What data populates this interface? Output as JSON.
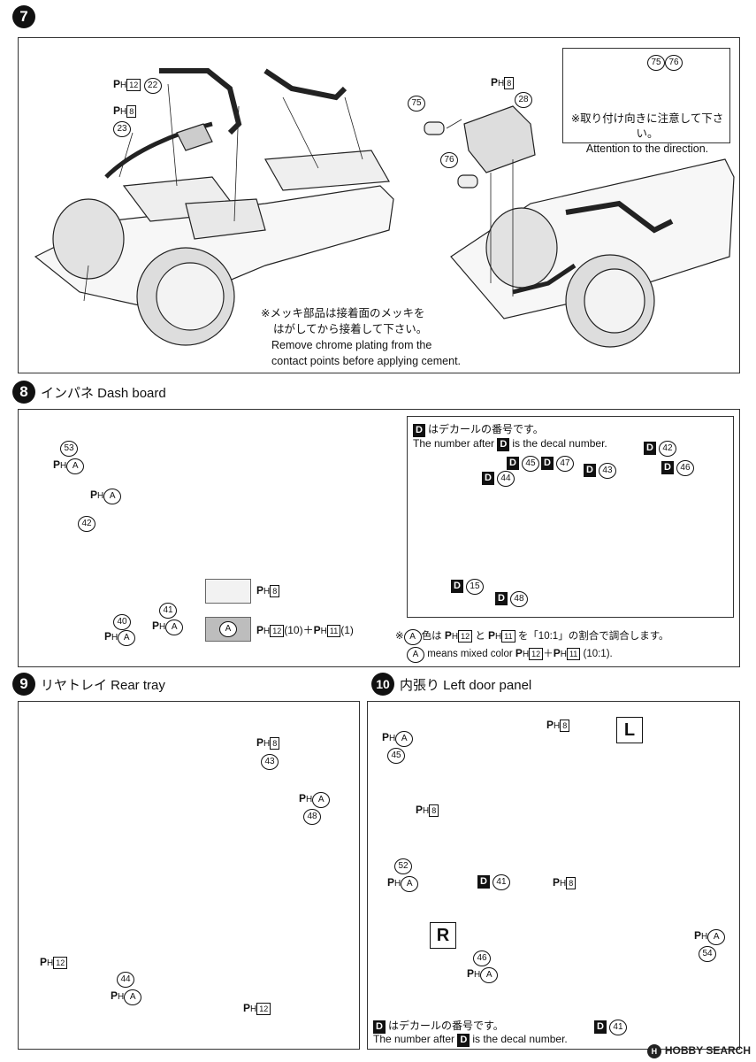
{
  "step7": {
    "num": "7",
    "ph_prefix": "P",
    "ph_sub": "H",
    "label_22_color": "12",
    "label_22_part": "22",
    "label_23_color": "8",
    "label_23_part": "23",
    "label_28_color": "8",
    "label_28_part": "28",
    "label_75": "75",
    "label_76": "76",
    "callout_parts_a": "75",
    "callout_parts_b": "76",
    "callout_jp": "※取り付け向きに注意して下さい。",
    "callout_en": "Attention to the direction.",
    "note_jp1": "※メッキ部品は接着面のメッキを",
    "note_jp2": "はがしてから接着して下さい。",
    "note_en1": "Remove chrome plating from the",
    "note_en2": "contact points before applying cement."
  },
  "step8": {
    "num": "8",
    "title": "インパネ Dash board",
    "p53": "53",
    "p42": "42",
    "p40": "40",
    "p41": "41",
    "color_a": "A",
    "swatch1_color": "8",
    "swatch2_letter": "A",
    "swatch2_c1": "12",
    "swatch2_r1": "(10)",
    "swatch2_plus": "＋",
    "swatch2_c2": "11",
    "swatch2_r2": "(1)",
    "decal_head_jp": "はデカールの番号です。",
    "decal_head_en1": "The number after",
    "decal_head_en2": "is the decal number.",
    "d_letter": "D",
    "d45": "45",
    "d47": "47",
    "d44": "44",
    "d43": "43",
    "d42": "42",
    "d46": "46",
    "d15": "15",
    "d48": "48",
    "mix_jp1": "※",
    "mix_jp2": "色は",
    "mix_jp3": "と",
    "mix_jp4": "を「10:1」の割合で調合します。",
    "mix_en1": "means mixed color",
    "mix_en2": "(10:1)."
  },
  "step9": {
    "num": "9",
    "title": "リヤトレイ Rear tray",
    "p43_color": "8",
    "p43": "43",
    "p48": "48",
    "p44": "44",
    "color12": "12",
    "color_a": "A"
  },
  "step10": {
    "num": "10",
    "title": "内張り Left door panel",
    "p45": "45",
    "p52": "52",
    "p46": "46",
    "p54": "54",
    "color8": "8",
    "color_a": "A",
    "d41": "41",
    "d_letter": "D",
    "L": "L",
    "R": "R",
    "decal_jp": "はデカールの番号です。",
    "decal_en1": "The number after",
    "decal_en2": "is the decal number."
  },
  "watermark": {
    "logo": "H",
    "text": "HOBBY SEARCH"
  }
}
